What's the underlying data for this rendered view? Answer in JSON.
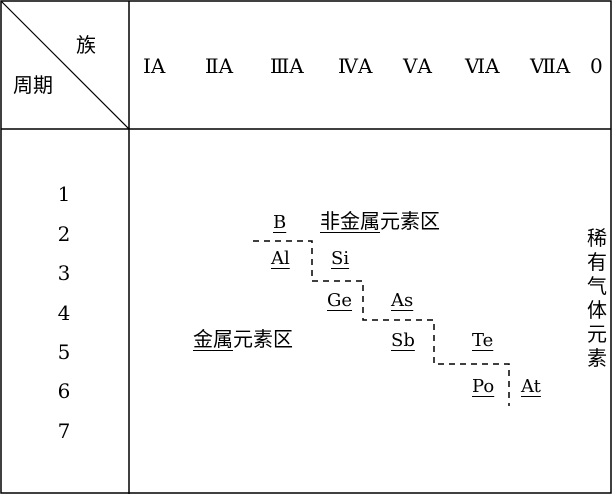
{
  "header": {
    "group_label": "族",
    "period_label": "周期",
    "groups": [
      "ⅠA",
      "ⅡA",
      "ⅢA",
      "ⅣA",
      "ⅤA",
      "ⅥA",
      "ⅦA",
      "0"
    ]
  },
  "periods": [
    "1",
    "2",
    "3",
    "4",
    "5",
    "6",
    "7"
  ],
  "elements": {
    "B": "B",
    "Al": "Al",
    "Si": "Si",
    "Ge": "Ge",
    "As": "As",
    "Sb": "Sb",
    "Te": "Te",
    "Po": "Po",
    "At": "At"
  },
  "regions": {
    "nonmetal_underlined": "非金属",
    "nonmetal_rest": "元素区",
    "metal_underlined": "金属",
    "metal_rest": "元素区",
    "noble_gas": "稀有气体元素"
  }
}
